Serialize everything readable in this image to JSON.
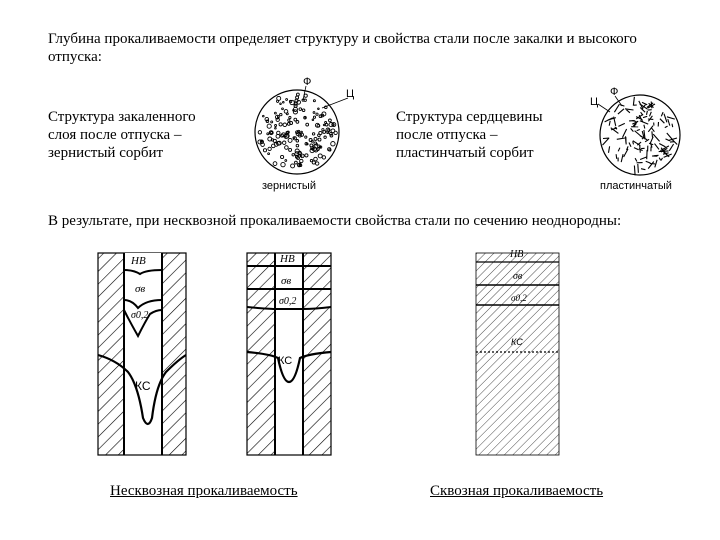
{
  "intro": {
    "line1": "Глубина прокаливаемости определяет структуру и свойства стали после закалки и высокого",
    "line2": "отпуска:"
  },
  "left_block": {
    "lines": [
      "Структура закаленного",
      "слоя после отпуска –",
      "зернистый сорбит"
    ],
    "micro_caption": "зернистый",
    "label_f": "Ф",
    "label_c": "Ц"
  },
  "right_block": {
    "lines": [
      "Структура сердцевины",
      "после отпуска –",
      "пластинчатый сорбит"
    ],
    "micro_caption": "пластинчатый",
    "label_c": "Ц",
    "label_f": "Ф"
  },
  "result_text": "В результате, при несквозной прокаливаемости свойства стали по сечению неоднородны:",
  "diagrams": {
    "d1": {
      "hb": "HB",
      "sb": "σв",
      "s02": "σ0,2",
      "kc": "КС"
    },
    "d2": {
      "hb": "HB",
      "sb": "σв",
      "s02": "σ0,2",
      "kc": "КС"
    },
    "d3": {
      "hb": "HB",
      "sb": "σв",
      "s02": "σ0,2",
      "kc": "КС"
    }
  },
  "captions": {
    "partial": "Несквозная прокаливаемость",
    "through": "Сквозная прокаливаемость"
  }
}
